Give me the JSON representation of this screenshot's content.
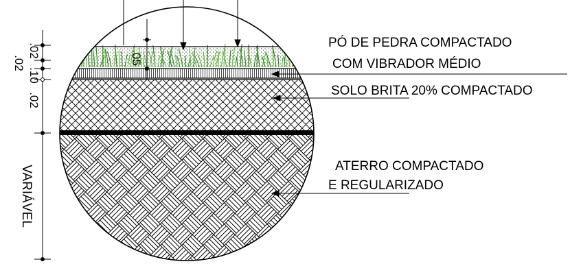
{
  "labels": {
    "po_de_pedra_line1": "PÓ DE PEDRA COMPACTADO",
    "po_de_pedra_line2": "COM VIBRADOR MÉDIO",
    "solo_brita": "SOLO BRITA 20% COMPACTADO",
    "aterro_line1": "ATERRO COMPACTADO",
    "aterro_line2": "E REGULARIZADO"
  },
  "dimensions": {
    "top_layer_1": ".02",
    "top_layer_2": ".10",
    "top_layer_3": ".02",
    "grass_height": ".05",
    "variable_depth": "VARIÁVEL"
  },
  "colors": {
    "line": "#000000",
    "grass": "#5fbf3a",
    "grass_dark": "#2e8a1e",
    "background": "#ffffff"
  }
}
